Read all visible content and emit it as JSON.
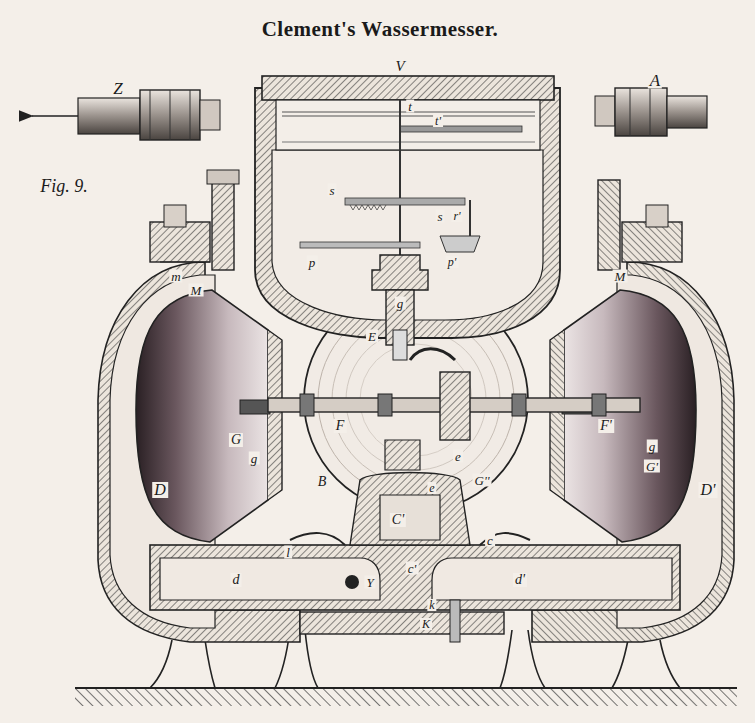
{
  "diagram": {
    "title": "Clement's Wassermesser.",
    "labels": [
      "Fig. 9.",
      "Z",
      "A",
      "V",
      "t",
      "t'",
      "s",
      "s",
      "r'",
      "p",
      "p'",
      "m",
      "M",
      "M",
      "g",
      "E",
      "e",
      "F",
      "F'",
      "G",
      "g",
      "D",
      "g",
      "G'",
      "D'",
      "G''",
      "e",
      "B",
      "C'",
      "l",
      "c",
      "c'",
      "d",
      "d'",
      "Y",
      "k",
      "K"
    ]
  }
}
